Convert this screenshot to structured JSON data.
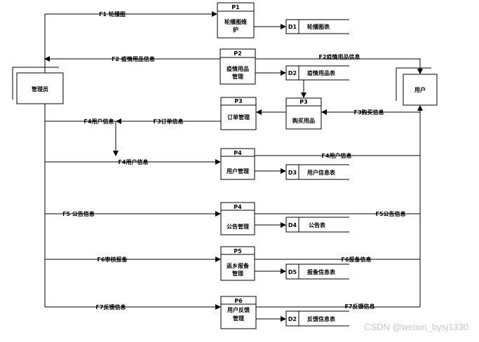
{
  "entities": {
    "admin": "管理员",
    "user": "用户"
  },
  "processes": [
    {
      "id": "P1",
      "name_lines": [
        "轮播图维",
        "护"
      ]
    },
    {
      "id": "P2",
      "name_lines": [
        "疫情用品",
        "管理"
      ]
    },
    {
      "id": "P3",
      "name_lines": [
        "订单管理"
      ]
    },
    {
      "id": "P3",
      "name_lines": [
        "购买用品"
      ]
    },
    {
      "id": "P4",
      "name_lines": [
        "用户管理"
      ]
    },
    {
      "id": "P4",
      "name_lines": [
        "公告管理"
      ]
    },
    {
      "id": "P5",
      "name_lines": [
        "返乡报备",
        "管理"
      ]
    },
    {
      "id": "P6",
      "name_lines": [
        "用户反馈",
        "管理"
      ]
    }
  ],
  "stores": [
    {
      "id": "D1",
      "name": "轮播图表"
    },
    {
      "id": "D2",
      "name": "疫情用品表"
    },
    {
      "id": "D3",
      "name": "用户信息表"
    },
    {
      "id": "D4",
      "name": "公告表"
    },
    {
      "id": "D5",
      "name": "报备信息表"
    },
    {
      "id": "D2",
      "name": "反馈信息表"
    }
  ],
  "flows": {
    "f1": "F1 轮播图",
    "f2_left": "F2 疫情用品信息",
    "f2_right": "F2疫情用品信息",
    "f3_order": "F3订单信息",
    "f3_buy": "F3购买信息",
    "f4_left1": "F4用户信息",
    "f4_left2": "F4用户信息",
    "f4_right": "F4用户信息",
    "f5_left": "F5 公告信息",
    "f5_right": "F5公告信息",
    "f6_left": "F6审核报备",
    "f6_right": "F6报备信息",
    "f7_left": "F7反馈信息",
    "f7_right": "F7反馈信息"
  },
  "watermark": "CSDN @weixin_bysj1330"
}
